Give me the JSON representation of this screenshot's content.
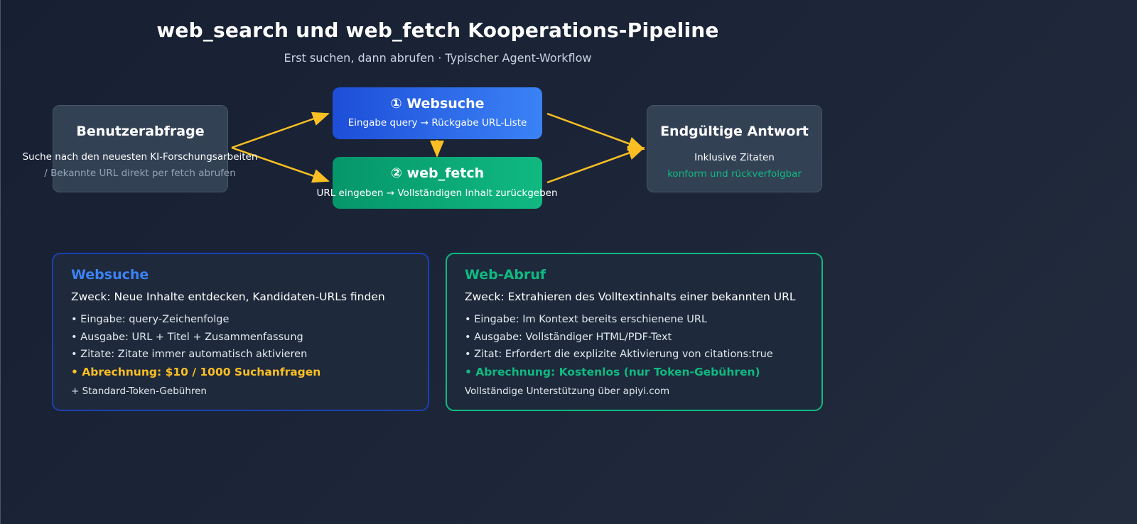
{
  "header": {
    "title": "web_search und web_fetch Kooperations-Pipeline",
    "subtitle": "Erst suchen, dann abrufen · Typischer Agent-Workflow"
  },
  "nodes": {
    "query": {
      "title": "Benutzerabfrage",
      "line1": "Suche nach den neuesten KI-Forschungsarbeiten",
      "line2": "/ Bekannte URL direkt per fetch abrufen"
    },
    "search": {
      "title": "① Websuche",
      "desc": "Eingabe query → Rückgabe URL-Liste"
    },
    "fetch": {
      "title": "② web_fetch",
      "desc": "URL eingeben → Vollständigen Inhalt zurückgeben"
    },
    "answer": {
      "title": "Endgültige Antwort",
      "line1": "Inklusive Zitaten",
      "line2": "konform und rückverfolgbar"
    }
  },
  "panels": {
    "search": {
      "heading": "Websuche",
      "purpose": "Zweck: Neue Inhalte entdecken, Kandidaten-URLs finden",
      "items": [
        "• Eingabe: query-Zeichenfolge",
        "• Ausgabe: URL + Titel + Zusammenfassung",
        "• Zitate: Zitate immer automatisch aktivieren",
        "• Abrechnung: $10 / 1000 Suchanfragen"
      ],
      "footer": "+ Standard-Token-Gebühren"
    },
    "fetch": {
      "heading": "Web-Abruf",
      "purpose": "Zweck: Extrahieren des Volltextinhalts einer bekannten URL",
      "items": [
        "• Eingabe: Im Kontext bereits erschienene URL",
        "• Ausgabe: Vollständiger HTML/PDF-Text",
        "• Zitat: Erfordert die explizite Aktivierung von citations:true",
        "• Abrechnung: Kostenlos (nur Token-Gebühren)"
      ],
      "footer": "Vollständige Unterstützung über apiyi.com"
    }
  },
  "colors": {
    "background": "#1a2334",
    "search_blue": "#3b82f6",
    "fetch_green": "#10b981",
    "arrow": "#fbbf24",
    "highlight_yellow": "#fbbf24",
    "highlight_green": "#10b981"
  }
}
